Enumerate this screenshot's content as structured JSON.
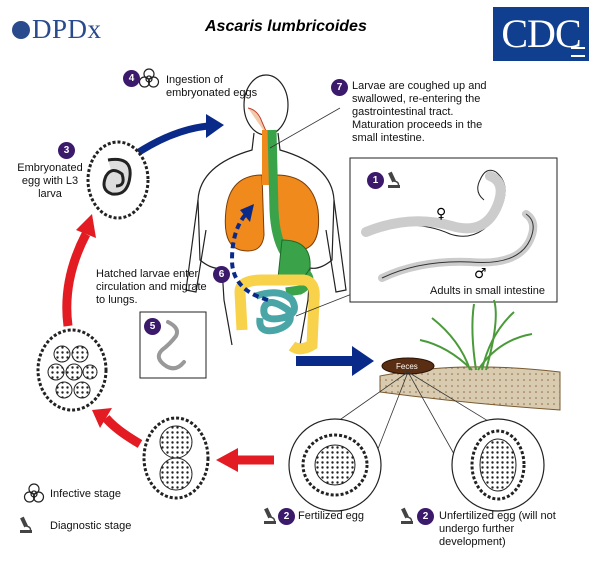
{
  "header": {
    "brand_left": "DPDx",
    "title": "Ascaris lumbricoides",
    "brand_right": "CDC"
  },
  "steps": [
    {
      "number": "1",
      "text": "Adults in small intestine"
    },
    {
      "number": "2",
      "text": "Fertilized egg"
    },
    {
      "number": "2",
      "text": "Unfertilized egg (will not undergo further development)"
    },
    {
      "number": "3",
      "text": "Embryonated egg with L3 larva"
    },
    {
      "number": "4",
      "text": "Ingestion of embryonated eggs"
    },
    {
      "number": "5",
      "text": ""
    },
    {
      "number": "6",
      "text": "Hatched larvae enter circulation and migrate to lungs."
    },
    {
      "number": "7",
      "text": "Larvae are coughed up and swallowed, re-entering the gastrointestinal tract. Maturation proceeds in the small intestine."
    }
  ],
  "feces_label": "Feces",
  "sex_symbols": {
    "female": "♀",
    "male": "♂"
  },
  "legend": [
    {
      "icon": "biohazard-icon",
      "text": "Infective stage"
    },
    {
      "icon": "microscope-icon",
      "text": "Diagnostic stage"
    }
  ],
  "colors": {
    "step_circle": "#3b1a6b",
    "cycle_arrow": "#e31b23",
    "human_arrow": "#0a2a8a",
    "brand_blue": "#2a4a8e",
    "lungs": "#f08a1c",
    "esophagus": "#3aa34a",
    "small_intestine": "#4aa6a6",
    "large_intestine": "#f7d24a"
  }
}
